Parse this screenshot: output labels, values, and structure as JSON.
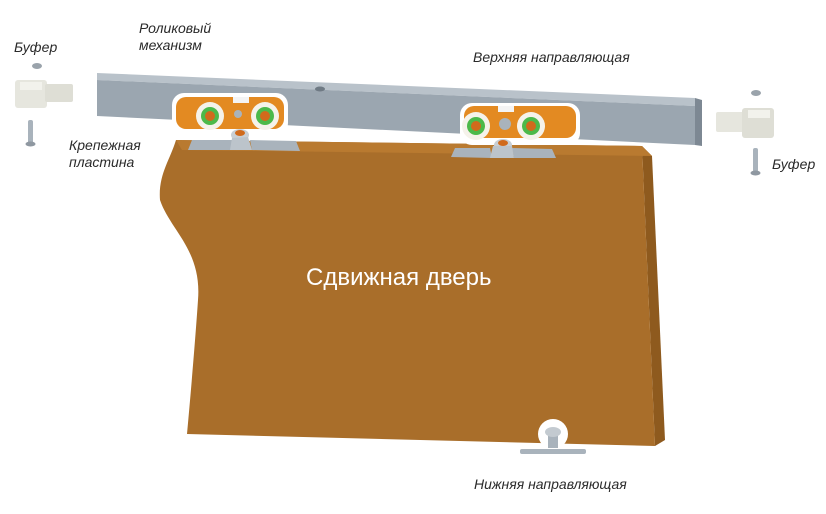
{
  "diagram": {
    "title": "Сдвижная дверь",
    "labels": {
      "buffer_left": "Буфер",
      "roller_line1": "Роликовый",
      "roller_line2": "механизм",
      "plate_line1": "Крепежная",
      "plate_line2": "пластина",
      "top_rail": "Верхняя направляющая",
      "buffer_right": "Буфер",
      "bottom_guide": "Нижняя направляющая"
    },
    "colors": {
      "door": "#A96E2A",
      "door_edge": "#8E5A1E",
      "rail": "#9BA6B0",
      "rail_dark": "#7D8893",
      "roller_body": "#E38A22",
      "wheel_ring": "#4CB94A",
      "wheel_hub": "#D06A1C",
      "plate": "#A9B3BC",
      "buffer": "#E6E6DE"
    }
  }
}
